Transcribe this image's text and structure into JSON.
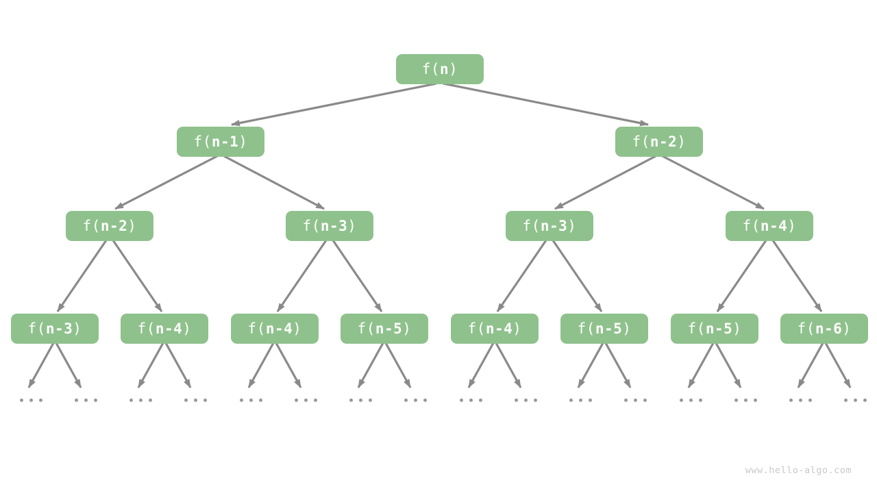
{
  "watermark": "www.hello-algo.com",
  "colors": {
    "background": "#ffffff",
    "node_fill": "#8fc18c",
    "node_text": "#ffffff",
    "arrow": "#8a8a8a",
    "dots": "#999999",
    "watermark": "#c9c9c9"
  },
  "tree": {
    "levels": [
      {
        "labels": [
          "f(n)"
        ]
      },
      {
        "labels": [
          "f(n-1)",
          "f(n-2)"
        ]
      },
      {
        "labels": [
          "f(n-2)",
          "f(n-3)",
          "f(n-3)",
          "f(n-4)"
        ]
      },
      {
        "labels": [
          "f(n-3)",
          "f(n-4)",
          "f(n-4)",
          "f(n-5)",
          "f(n-4)",
          "f(n-5)",
          "f(n-5)",
          "f(n-6)"
        ]
      }
    ],
    "leaf_ellipsis": "...",
    "leaf_count": 16
  }
}
